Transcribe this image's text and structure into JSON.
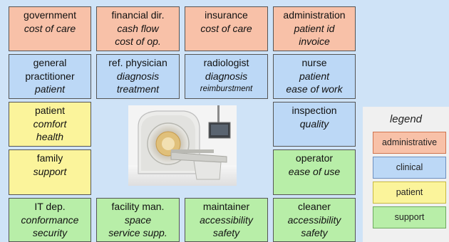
{
  "boxes": {
    "government": {
      "title": "government",
      "lines": [
        "cost of care"
      ]
    },
    "financial": {
      "title": "financial dir.",
      "lines": [
        "cash flow",
        "cost of op."
      ]
    },
    "insurance": {
      "title": "insurance",
      "lines": [
        "cost of care"
      ]
    },
    "administration": {
      "title": "administration",
      "lines": [
        "patient id",
        "invoice"
      ]
    },
    "gp": {
      "title_lines": [
        "general",
        "practitioner"
      ],
      "lines": [
        "patient"
      ]
    },
    "ref_physician": {
      "title": "ref. physician",
      "lines": [
        "diagnosis",
        "treatment"
      ]
    },
    "radiologist": {
      "title": "radiologist",
      "lines": [
        "diagnosis",
        "reimburstment"
      ]
    },
    "nurse": {
      "title": "nurse",
      "lines": [
        "patient",
        "ease of work"
      ]
    },
    "patient": {
      "title": "patient",
      "lines": [
        "comfort",
        "health"
      ]
    },
    "inspection": {
      "title": "inspection",
      "lines": [
        "quality"
      ]
    },
    "family": {
      "title": "family",
      "lines": [
        "support"
      ]
    },
    "operator": {
      "title": "operator",
      "lines": [
        "ease of use"
      ]
    },
    "it_dep": {
      "title": "IT dep.",
      "lines": [
        "conformance",
        "security"
      ]
    },
    "facility": {
      "title": "facility man.",
      "lines": [
        "space",
        "service supp."
      ]
    },
    "maintainer": {
      "title": "maintainer",
      "lines": [
        "accessibility",
        "safety"
      ]
    },
    "cleaner": {
      "title": "cleaner",
      "lines": [
        "accessibility",
        "safety"
      ]
    }
  },
  "legend": {
    "title": "legend",
    "items": [
      "administrative",
      "clinical",
      "patient",
      "support"
    ]
  },
  "colors": {
    "administrative": "#f8c1a8",
    "clinical": "#bcd8f6",
    "patient": "#fbf49b",
    "support": "#b8eea8",
    "background": "#cfe3f7"
  },
  "image": {
    "icon": "mri-scanner-photo"
  }
}
